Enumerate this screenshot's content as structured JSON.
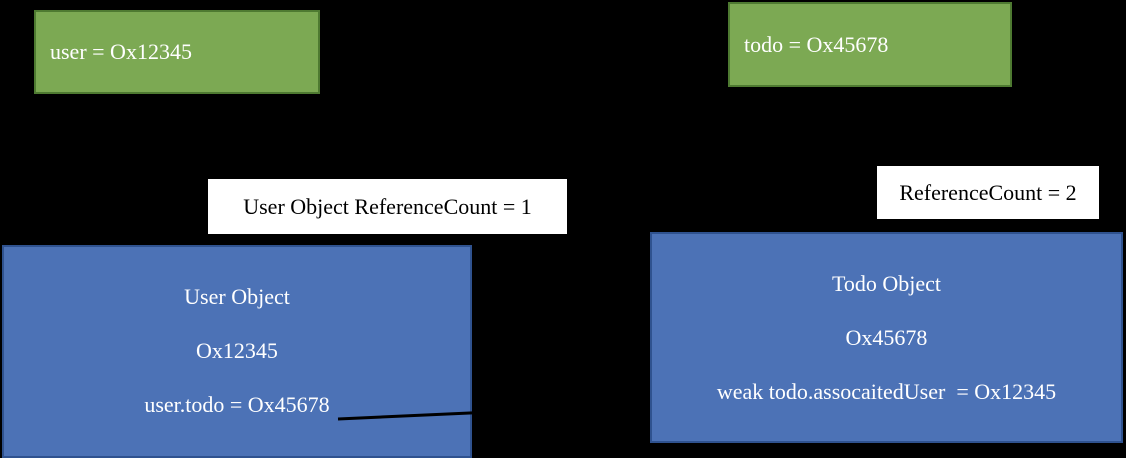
{
  "colors": {
    "background": "#000000",
    "variable_fill": "#7CA953",
    "variable_border": "#4E7A31",
    "object_fill": "#4C72B6",
    "object_border": "#2F528F",
    "label_background": "#FFFFFF",
    "connector": "#000000"
  },
  "user_variable": {
    "label": "user = Ox12345"
  },
  "todo_variable": {
    "label": "todo = Ox45678"
  },
  "user_ref_count_label": {
    "text": "User Object ReferenceCount = 1"
  },
  "todo_ref_count_label": {
    "text": "ReferenceCount = 2"
  },
  "user_object": {
    "title": "User Object",
    "address": "Ox12345",
    "property": "user.todo = Ox45678"
  },
  "todo_object": {
    "title": "Todo Object",
    "address": "Ox45678",
    "property": "weak todo.assocaitedUser  = Ox12345"
  }
}
